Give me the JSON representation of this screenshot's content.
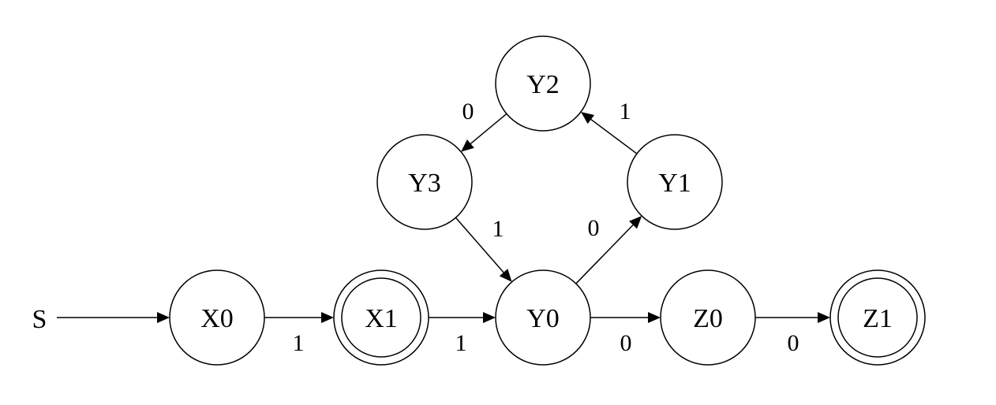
{
  "start": {
    "label": "S"
  },
  "states": [
    {
      "id": "X0",
      "label": "X0",
      "accepting": false
    },
    {
      "id": "X1",
      "label": "X1",
      "accepting": true
    },
    {
      "id": "Y0",
      "label": "Y0",
      "accepting": false
    },
    {
      "id": "Y1",
      "label": "Y1",
      "accepting": false
    },
    {
      "id": "Y2",
      "label": "Y2",
      "accepting": false
    },
    {
      "id": "Y3",
      "label": "Y3",
      "accepting": false
    },
    {
      "id": "Z0",
      "label": "Z0",
      "accepting": false
    },
    {
      "id": "Z1",
      "label": "Z1",
      "accepting": true
    }
  ],
  "transitions": [
    {
      "from": "S",
      "to": "X0",
      "label": ""
    },
    {
      "from": "X0",
      "to": "X1",
      "label": "1"
    },
    {
      "from": "X1",
      "to": "Y0",
      "label": "1"
    },
    {
      "from": "Y0",
      "to": "Z0",
      "label": "0"
    },
    {
      "from": "Z0",
      "to": "Z1",
      "label": "0"
    },
    {
      "from": "Y0",
      "to": "Y1",
      "label": "0"
    },
    {
      "from": "Y1",
      "to": "Y2",
      "label": "1"
    },
    {
      "from": "Y2",
      "to": "Y3",
      "label": "0"
    },
    {
      "from": "Y3",
      "to": "Y0",
      "label": "1"
    }
  ],
  "colors": {
    "stroke": "#000000",
    "fill": "#ffffff",
    "text": "#000000"
  }
}
